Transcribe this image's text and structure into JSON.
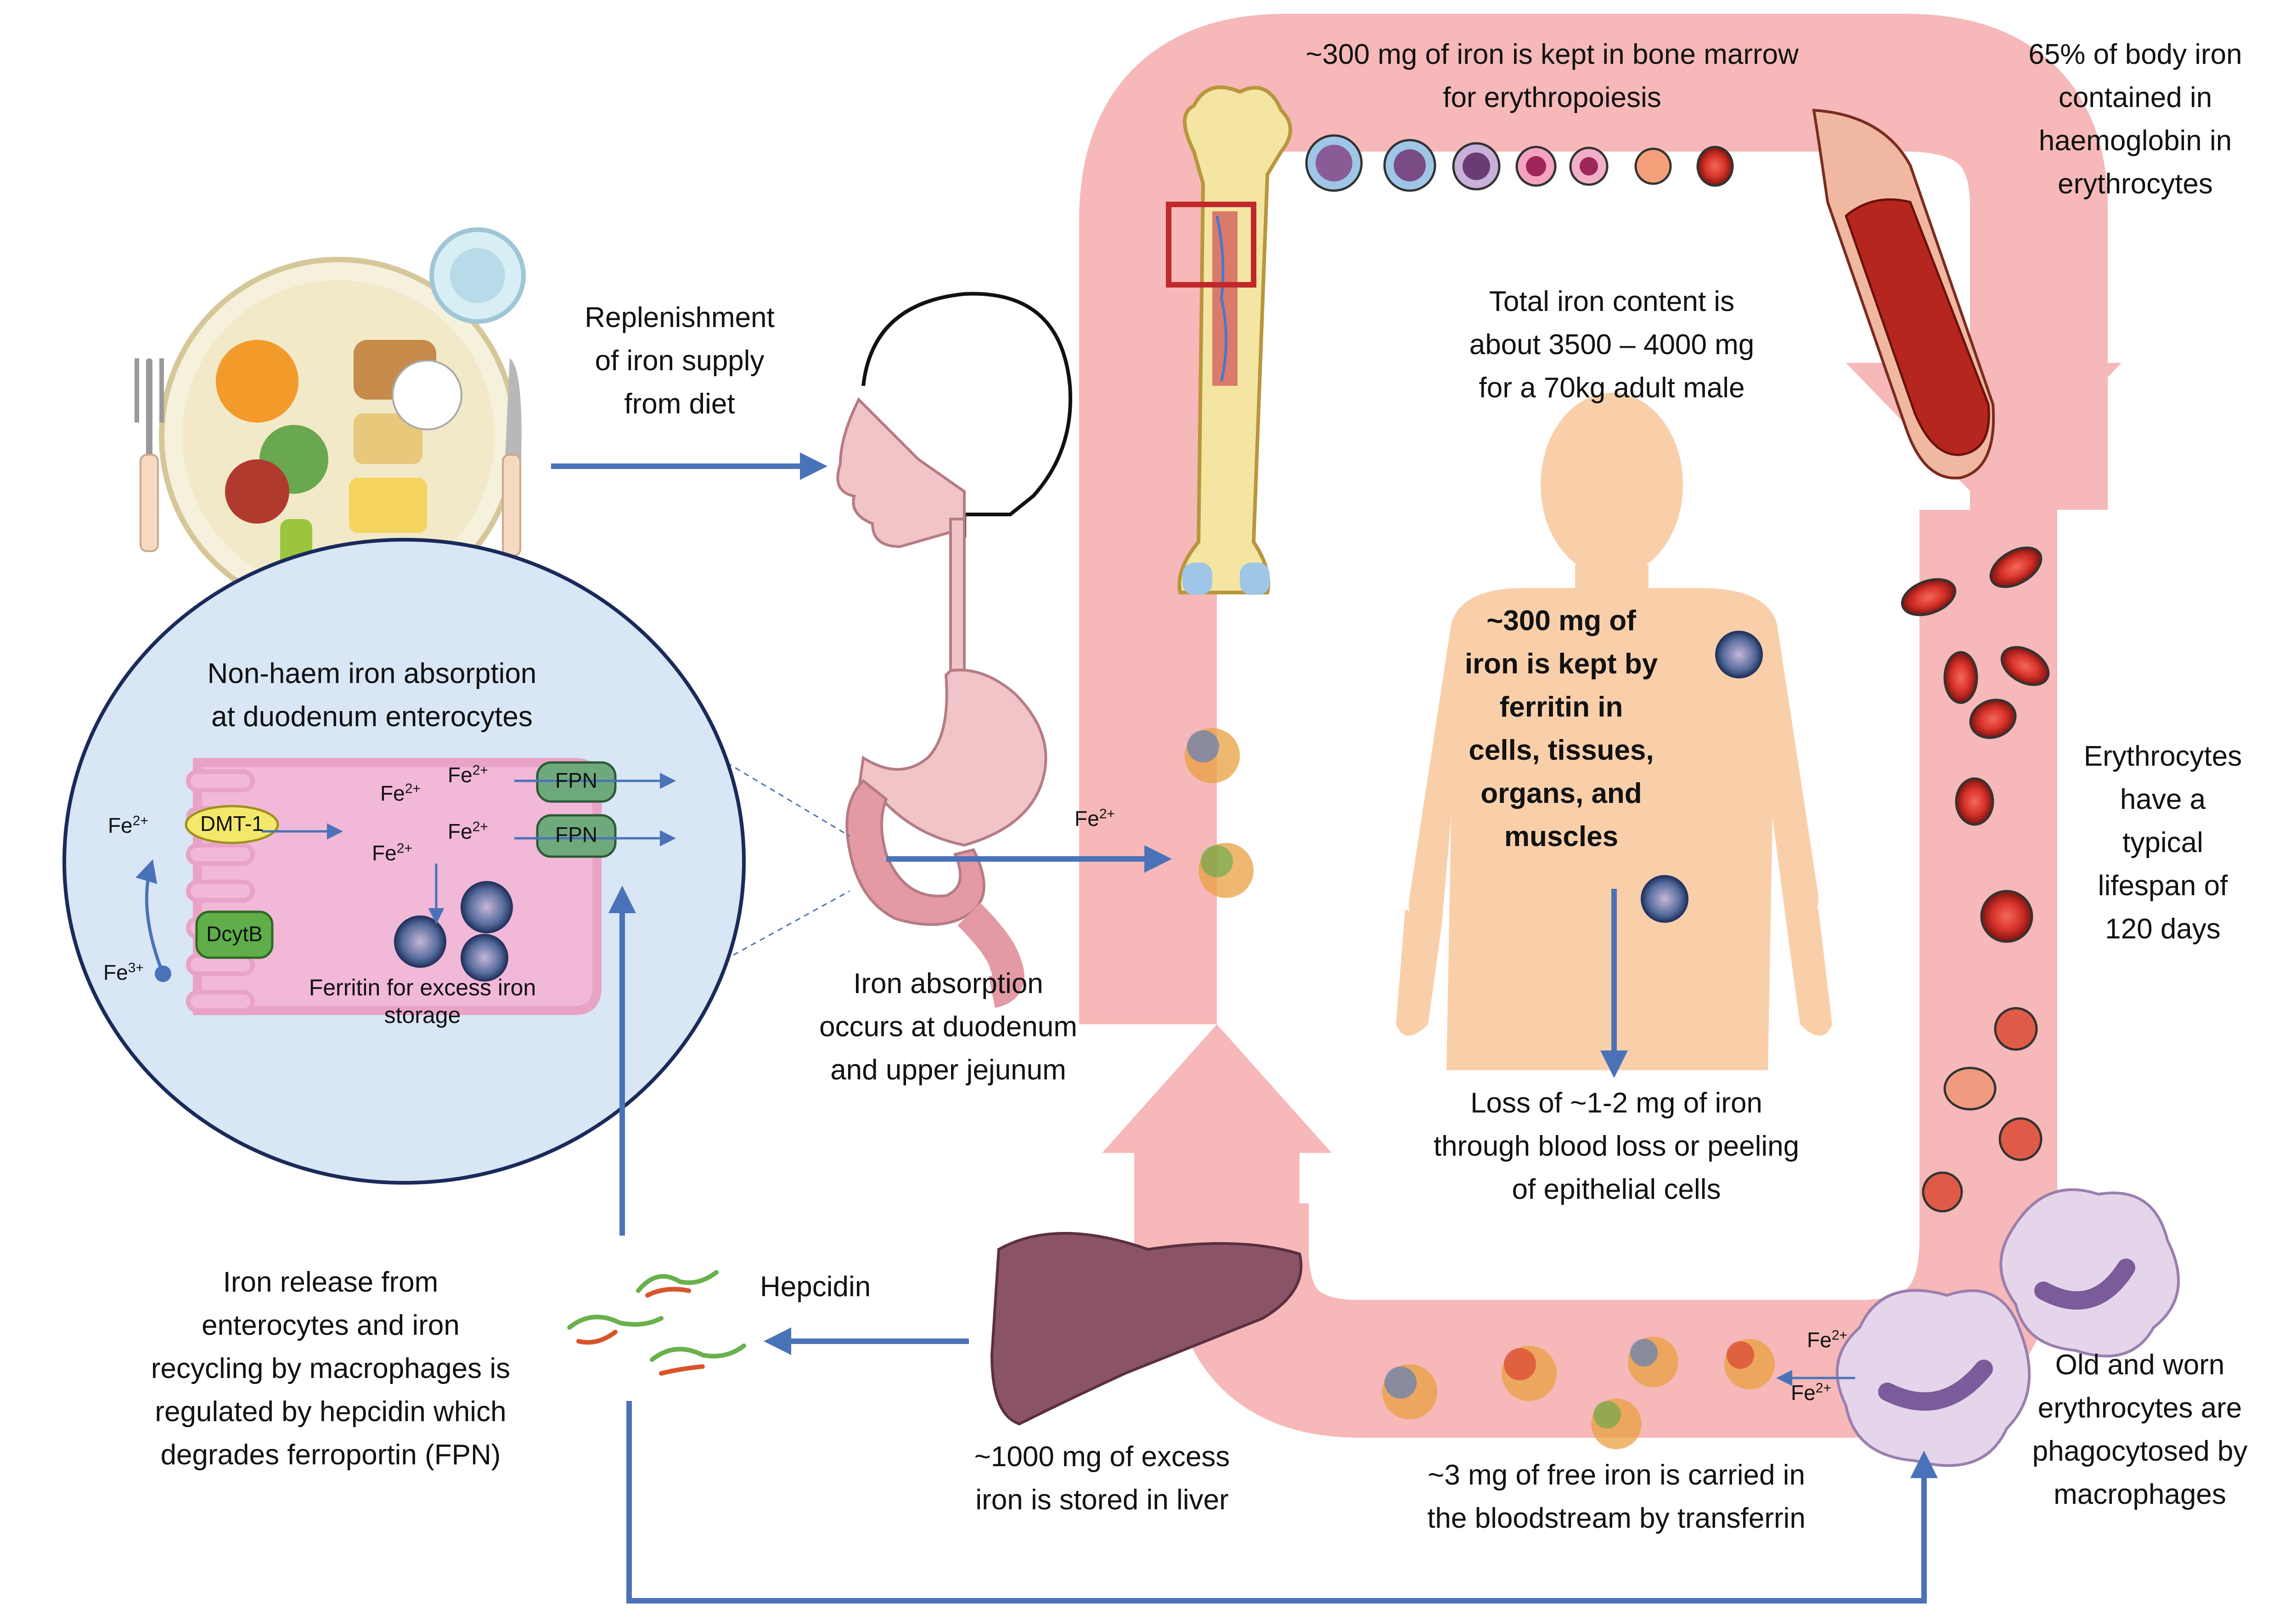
{
  "labels": {
    "bone_marrow": [
      "~300 mg of iron is kept in bone marrow",
      "for erythropoiesis"
    ],
    "haemoglobin": [
      "65% of body iron",
      "contained in",
      "haemoglobin in",
      "erythrocytes"
    ],
    "total_iron": [
      "Total iron content is",
      "about 3500 – 4000 mg",
      "for a 70kg adult male"
    ],
    "ferritin_body": [
      "~300 mg of",
      "iron is kept by",
      "ferritin in",
      "cells, tissues,",
      "organs, and",
      "muscles"
    ],
    "replenishment": [
      "Replenishment",
      "of iron supply",
      "from diet"
    ],
    "absorption_site": [
      "Iron absorption",
      "occurs at duodenum",
      "and upper jejunum"
    ],
    "loss": [
      "Loss of ~1-2 mg of iron",
      "through blood loss or peeling",
      "of epithelial cells"
    ],
    "lifespan": [
      "Erythrocytes",
      "have a",
      "typical",
      "lifespan of",
      "120 days"
    ],
    "phagocytosed": [
      "Old and worn",
      "erythrocytes are",
      "phagocytosed by",
      "macrophages"
    ],
    "transferrin": [
      "~3 mg of free iron is carried in",
      "the bloodstream by transferrin"
    ],
    "liver": [
      "~1000 mg of excess",
      "iron is stored in liver"
    ],
    "hepcidin": "Hepcidin",
    "regulation": [
      "Iron release from",
      "enterocytes and iron",
      "recycling by macrophages is",
      "regulated by hepcidin which",
      "degrades ferroportin (FPN)"
    ],
    "enterocyte_title": [
      "Non-haem iron absorption",
      "at duodenum enterocytes"
    ],
    "ferritin_storage": [
      "Ferritin for excess iron",
      "storage"
    ]
  },
  "transporters": {
    "dmt1": "DMT-1",
    "dcytb": "DcytB",
    "fpn": "FPN"
  },
  "ions": {
    "fe2": {
      "base": "Fe",
      "charge": "2+"
    },
    "fe3": {
      "base": "Fe",
      "charge": "3+"
    }
  },
  "colors": {
    "vessel": "#f6b8b8",
    "arrow": "#4a72b8",
    "cell_membrane": "#e8a3c6",
    "cell_fill": "#f2b8d8",
    "circle_fill": "#d8e6f5",
    "circle_stroke": "#1a2a5a",
    "skin": "#f9cfaa",
    "liver": "#8a5466",
    "rbc": "#d9342b",
    "dmt1": "#f4e86a",
    "dcytb": "#5fae4a",
    "fpn": "#6ea97c"
  }
}
